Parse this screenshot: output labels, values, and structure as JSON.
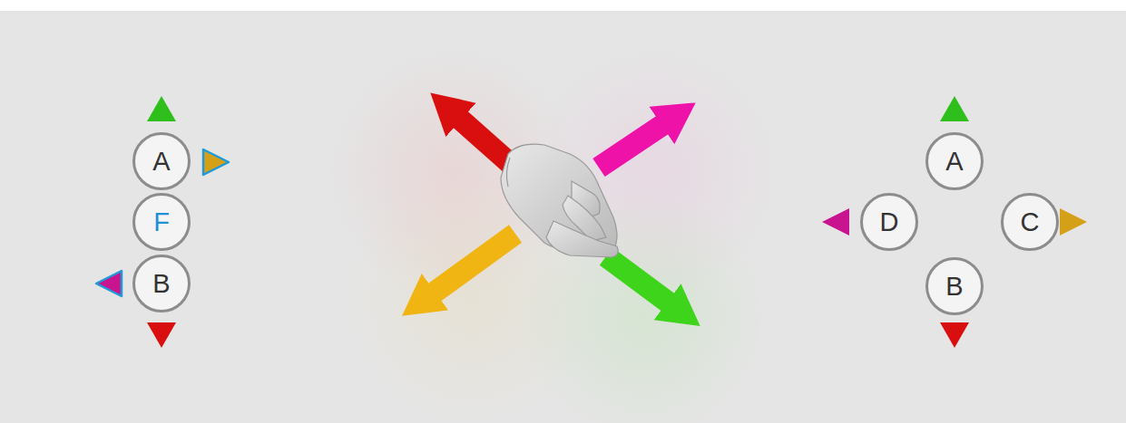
{
  "diagram": {
    "nodes": [
      {
        "text": [
          "A"
        ]
      },
      {
        "text": [
          "F"
        ]
      },
      {
        "text": [
          "B"
        ]
      },
      {
        "text": [
          "A"
        ]
      },
      {
        "text": [
          "D"
        ]
      },
      {
        "text": [
          "C"
        ]
      },
      {
        "text": [
          "B"
        ]
      }
    ]
  }
}
